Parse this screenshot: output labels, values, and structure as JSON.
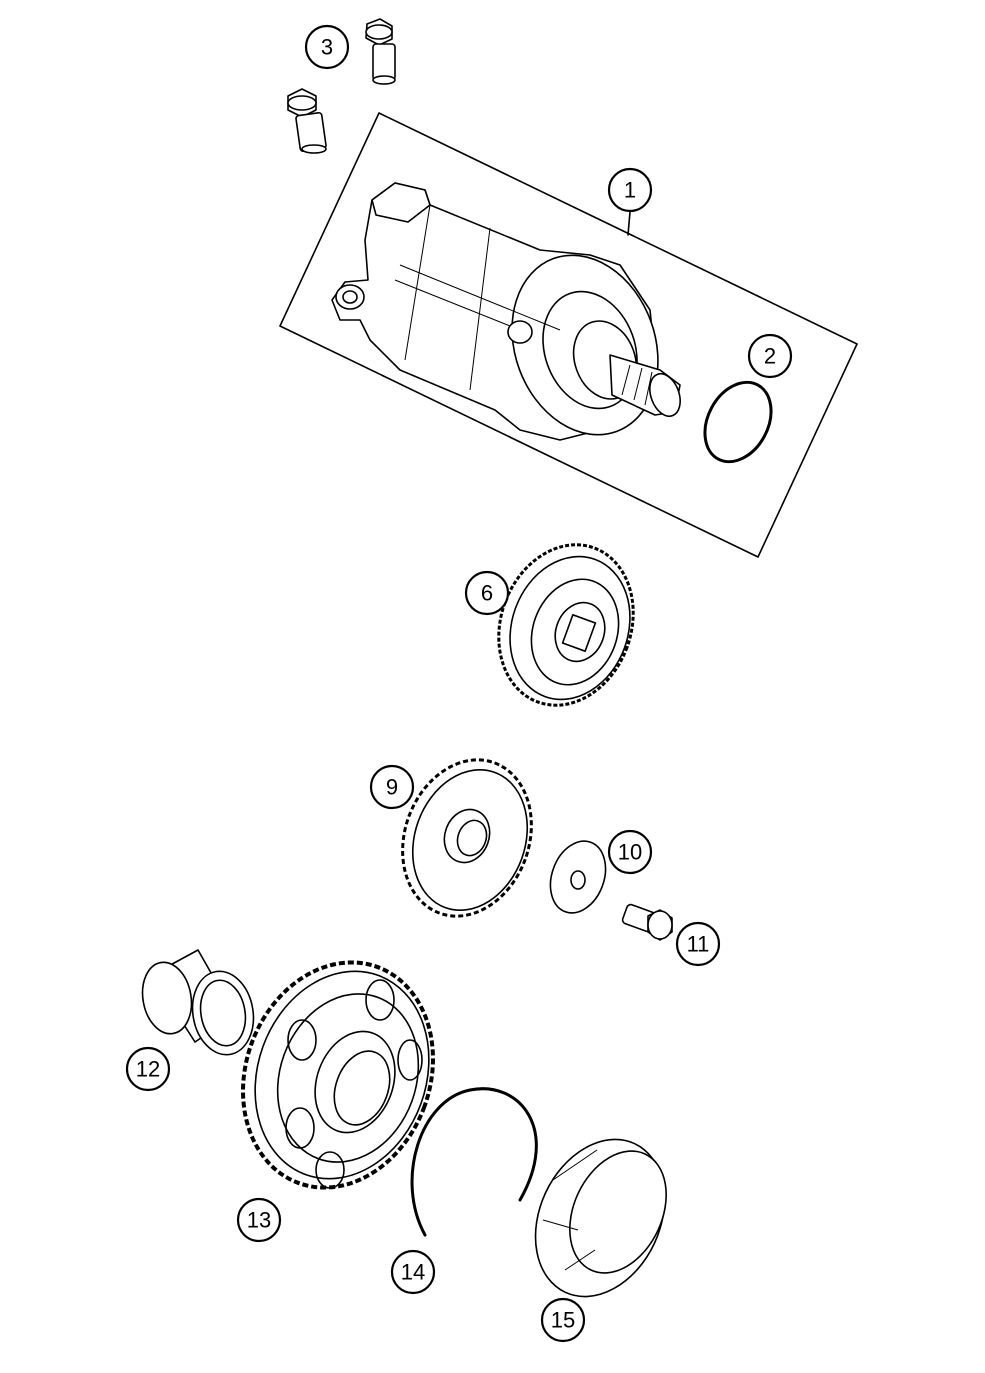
{
  "callouts": [
    {
      "id": "p1",
      "label": "1"
    },
    {
      "id": "p2",
      "label": "2"
    },
    {
      "id": "p3",
      "label": "3"
    },
    {
      "id": "p6",
      "label": "6"
    },
    {
      "id": "p9",
      "label": "9"
    },
    {
      "id": "p10",
      "label": "10"
    },
    {
      "id": "p11",
      "label": "11"
    },
    {
      "id": "p12",
      "label": "12"
    },
    {
      "id": "p13",
      "label": "13"
    },
    {
      "id": "p14",
      "label": "14"
    },
    {
      "id": "p15",
      "label": "15"
    }
  ]
}
